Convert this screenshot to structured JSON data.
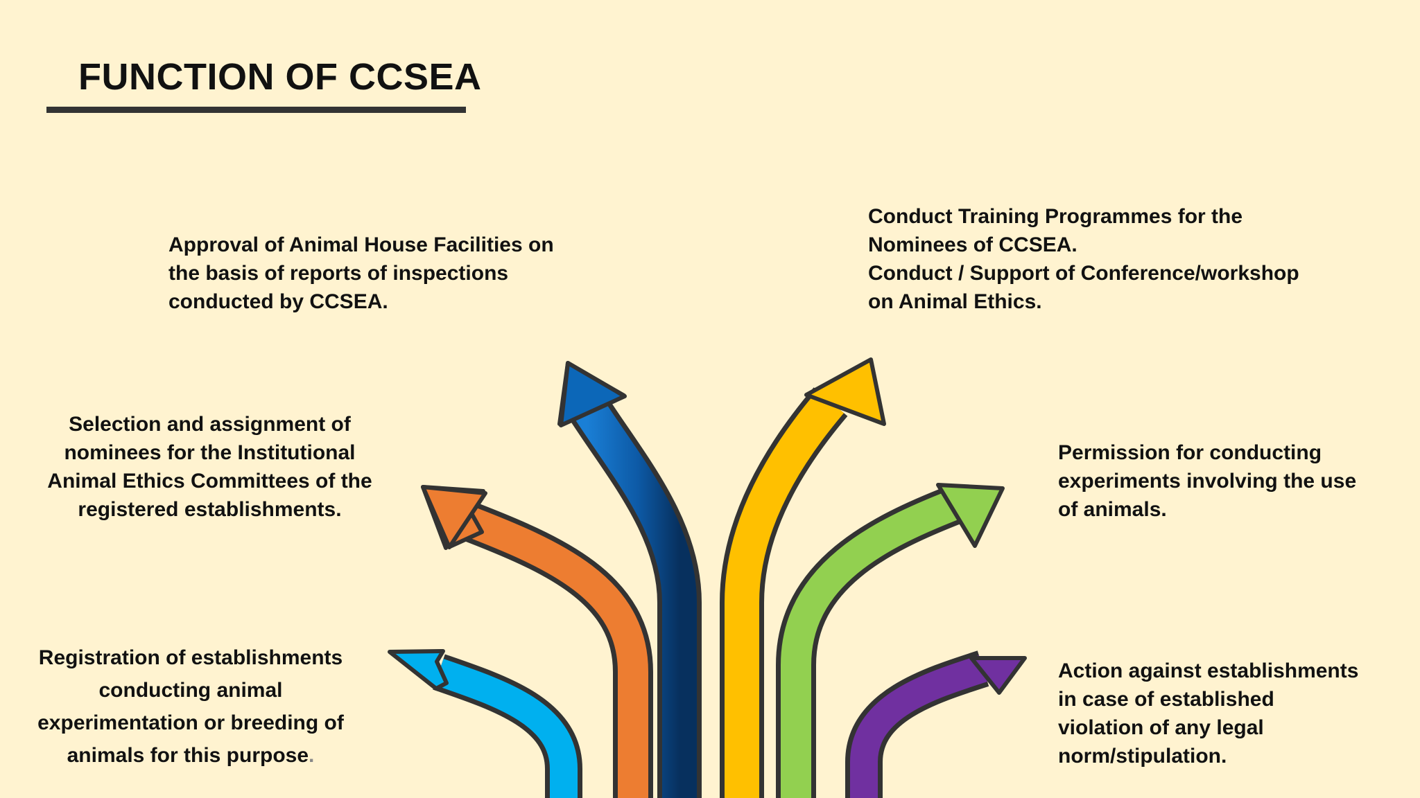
{
  "title": "FUNCTION OF CCSEA",
  "colors": {
    "background": "#fff3d0",
    "outline": "#333333",
    "light_blue": "#00b0ef",
    "orange": "#ed7d31",
    "dark_blue": "#0c67b8",
    "yellow": "#ffc000",
    "green": "#92d050",
    "purple": "#7030a0"
  },
  "functions": {
    "registration": {
      "lines": [
        "Registration of establishments",
        "conducting animal",
        "experimentation or breeding of",
        "animals for this purpose"
      ],
      "trailing": "."
    },
    "selection": {
      "lines": [
        "Selection and assignment of",
        "nominees for the Institutional",
        "Animal Ethics Committees of the",
        "registered establishments."
      ]
    },
    "approval": {
      "lines": [
        "Approval of Animal House Facilities on",
        "the basis of reports of inspections",
        "conducted by CCSEA."
      ]
    },
    "training": {
      "lines": [
        "Conduct Training Programmes for the",
        "Nominees of CCSEA.",
        "Conduct / Support of Conference/workshop",
        "on Animal Ethics."
      ]
    },
    "permission": {
      "lines": [
        "Permission for conducting",
        "experiments involving the use",
        "of animals."
      ]
    },
    "action": {
      "lines": [
        "Action against establishments",
        "in case of established",
        "violation of any legal",
        "norm/stipulation."
      ]
    }
  }
}
